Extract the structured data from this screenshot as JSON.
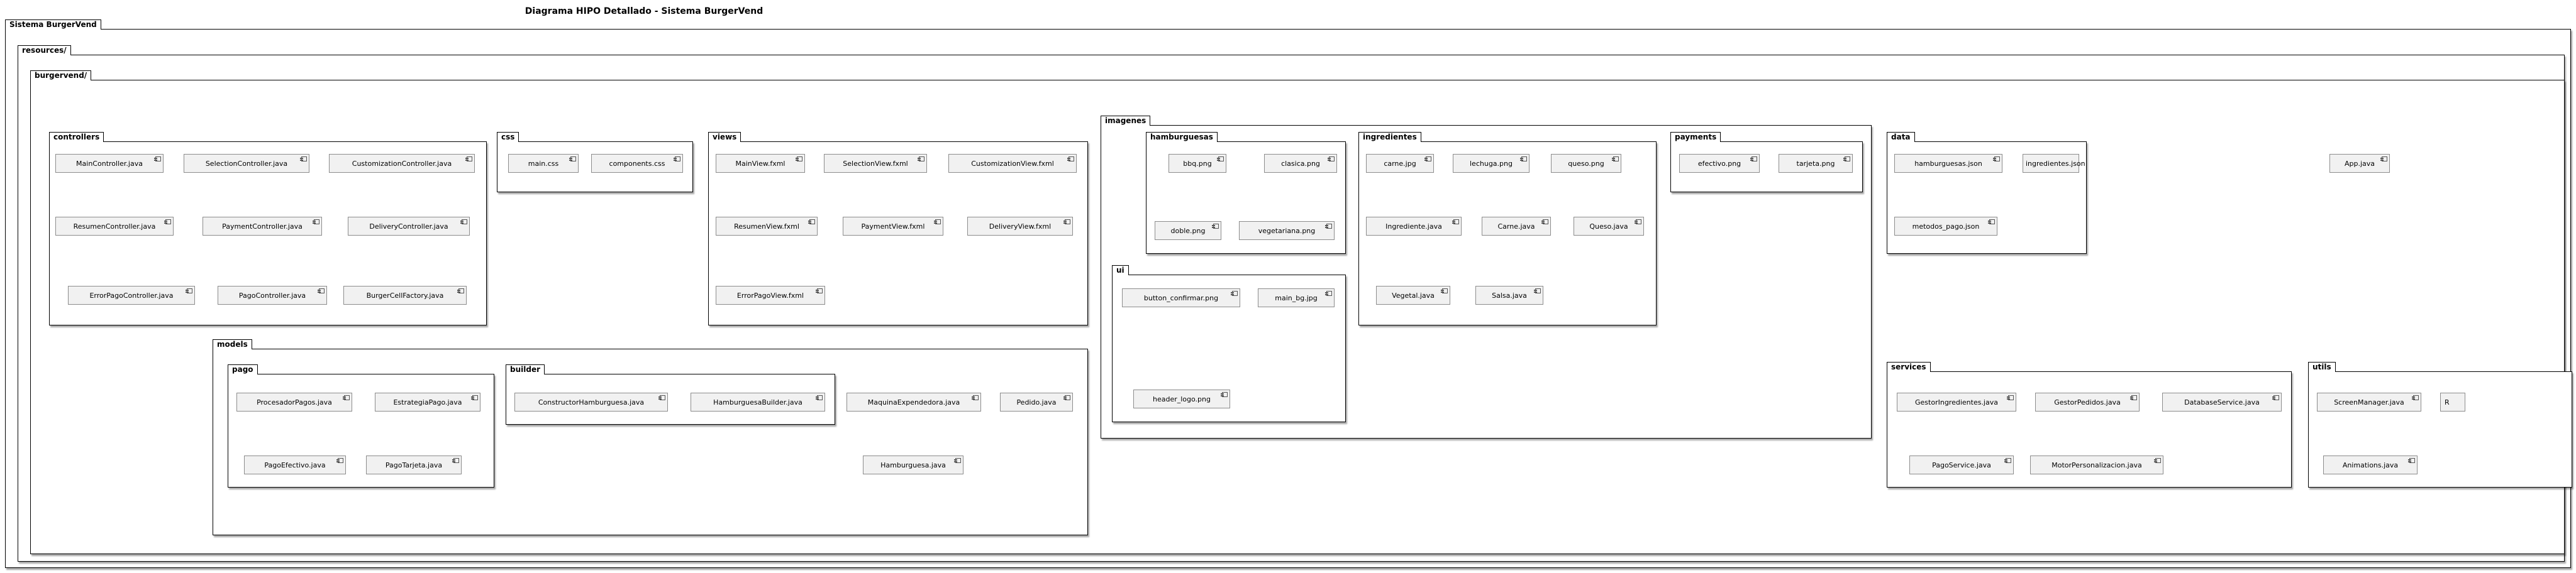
{
  "title": "Diagrama HIPO Detallado - Sistema BurgerVend",
  "packages": {
    "root": "Sistema BurgerVend",
    "resources": "resources/",
    "burgervend": "burgervend/",
    "controllers": {
      "label": "controllers",
      "items": [
        "MainController.java",
        "SelectionController.java",
        "CustomizationController.java",
        "ResumenController.java",
        "PaymentController.java",
        "DeliveryController.java",
        "ErrorPagoController.java",
        "PagoController.java",
        "BurgerCellFactory.java"
      ]
    },
    "css": {
      "label": "css",
      "items": [
        "main.css",
        "components.css"
      ]
    },
    "views": {
      "label": "views",
      "items": [
        "MainView.fxml",
        "SelectionView.fxml",
        "CustomizationView.fxml",
        "ResumenView.fxml",
        "PaymentView.fxml",
        "DeliveryView.fxml",
        "ErrorPagoView.fxml"
      ]
    },
    "imagenes": {
      "label": "imagenes",
      "hamburguesas": {
        "label": "hamburguesas",
        "items": [
          "bbq.png",
          "clasica.png",
          "doble.png",
          "vegetariana.png"
        ]
      },
      "ingredientes": {
        "label": "ingredientes",
        "items": [
          "carne.jpg",
          "lechuga.png",
          "queso.png",
          "Ingrediente.java",
          "Carne.java",
          "Queso.java",
          "Vegetal.java",
          "Salsa.java"
        ]
      },
      "payments": {
        "label": "payments",
        "items": [
          "efectivo.png",
          "tarjeta.png"
        ]
      },
      "ui": {
        "label": "ui",
        "items": [
          "button_confirmar.png",
          "main_bg.jpg",
          "header_logo.png"
        ]
      }
    },
    "data": {
      "label": "data",
      "items": [
        "hamburguesas.json",
        "ingredientes.json",
        "metodos_pago.json"
      ]
    },
    "app": "App.java",
    "models": {
      "label": "models",
      "pago": {
        "label": "pago",
        "items": [
          "ProcesadorPagos.java",
          "EstrategiaPago.java",
          "PagoEfectivo.java",
          "PagoTarjeta.java"
        ]
      },
      "builder": {
        "label": "builder",
        "items": [
          "ConstructorHamburguesa.java",
          "HamburguesaBuilder.java"
        ]
      },
      "items": [
        "MaquinaExpendedora.java",
        "Pedido.java",
        "Hamburguesa.java"
      ]
    },
    "services": {
      "label": "services",
      "items": [
        "GestorIngredientes.java",
        "GestorPedidos.java",
        "DatabaseService.java",
        "PagoService.java",
        "MotorPersonalizacion.java"
      ]
    },
    "utils": {
      "label": "utils",
      "items": [
        "ScreenManager.java",
        "R",
        "Animations.java"
      ]
    }
  }
}
